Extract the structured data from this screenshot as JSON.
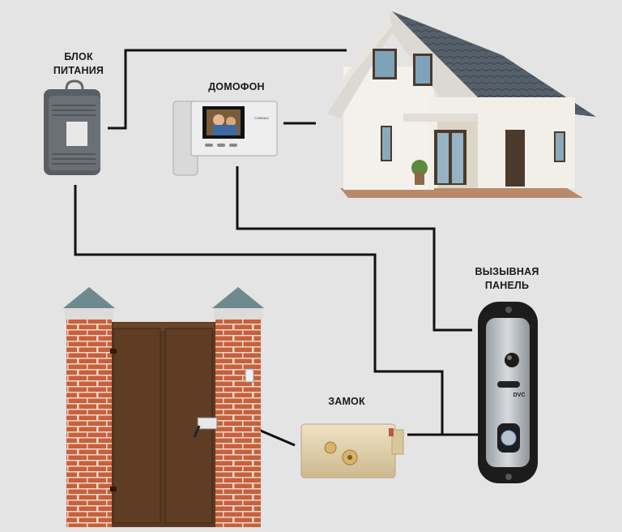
{
  "labels": {
    "power_supply": [
      "БЛОК",
      "ПИТАНИЯ"
    ],
    "intercom_monitor": "ДОМОФОН",
    "call_panel": [
      "ВЫЗЫВНАЯ",
      "ПАНЕЛЬ"
    ],
    "lock": "ЗАМОК"
  },
  "brands": {
    "call_panel": "DVC",
    "monitor": "COMMAX"
  },
  "colors": {
    "background": "#e4e4e4",
    "wire": "#111111",
    "brick": "#c65a36",
    "gate": "#5a3a22",
    "roof": "#4d5a66",
    "wall": "#f4f1ec",
    "panel_silver": "#b9bcc0"
  },
  "icons": [
    "power-supply-icon",
    "intercom-monitor-icon",
    "house-icon",
    "call-panel-icon",
    "electric-lock-icon",
    "gate-icon"
  ]
}
